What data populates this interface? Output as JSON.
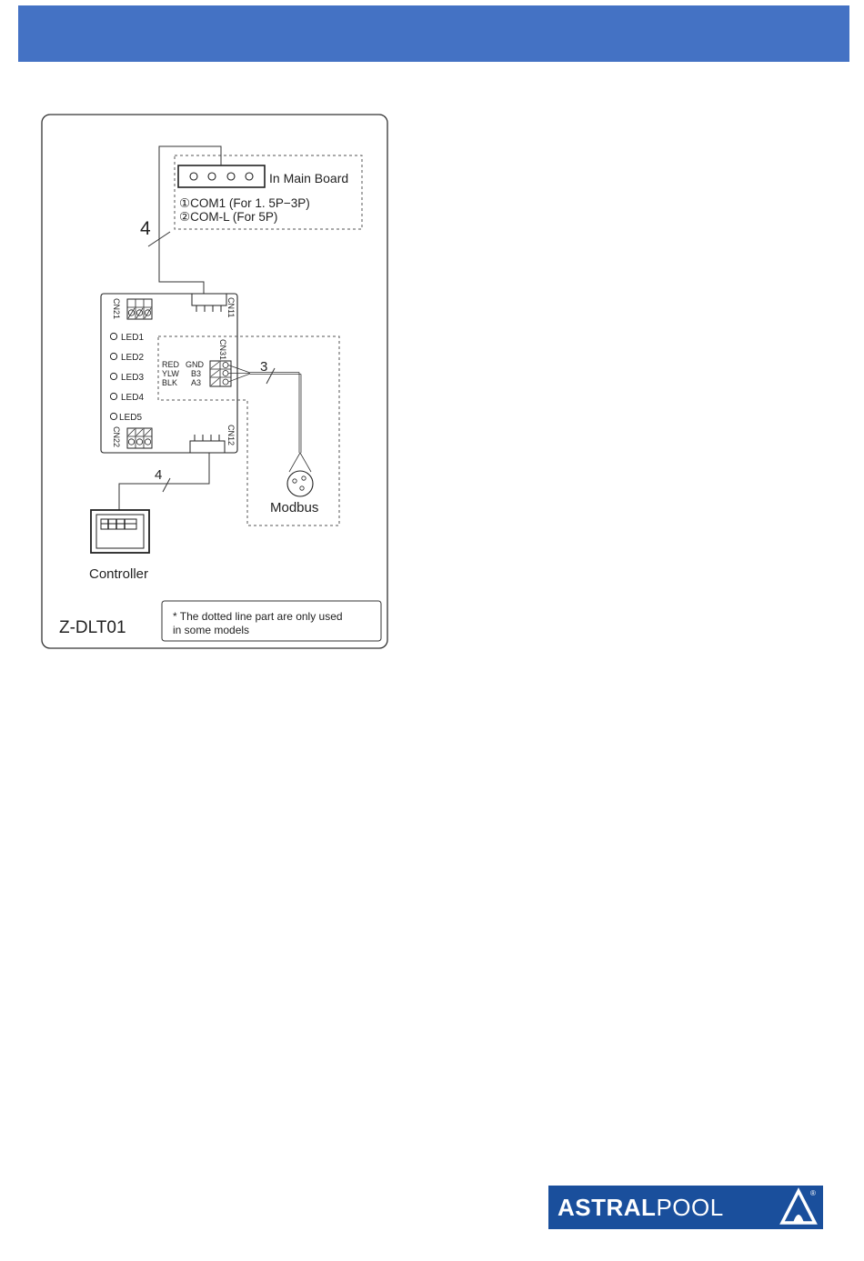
{
  "header": {
    "bar_color": "#4472c4"
  },
  "diagram": {
    "model_label": "Z-DLT01",
    "main_board": {
      "title": "In Main Board",
      "line1": "①COM1  (For 1. 5P−3P)",
      "line2": "②COM-L (For 5P)"
    },
    "wire_counts": {
      "main_board": "4",
      "modbus": "3",
      "controller": "4"
    },
    "connectors": {
      "cn11": "CN11",
      "cn12": "CN12",
      "cn21": "CN21",
      "cn22": "CN22",
      "cn31": "CN31"
    },
    "leds": [
      "LED1",
      "LED2",
      "LED3",
      "LED4",
      "LED5"
    ],
    "terminals": [
      {
        "color": "RED",
        "signal": "GND"
      },
      {
        "color": "YLW",
        "signal": "B3"
      },
      {
        "color": "BLK",
        "signal": "A3"
      }
    ],
    "modbus_label": "Modbus",
    "controller_label": "Controller",
    "note": {
      "line1": "* The dotted line part are only used",
      "line2": "in some models"
    }
  },
  "logo": {
    "word1": "ASTRAL",
    "word2": "POOL",
    "registered": "®",
    "background_color": "#1a4f9c"
  }
}
